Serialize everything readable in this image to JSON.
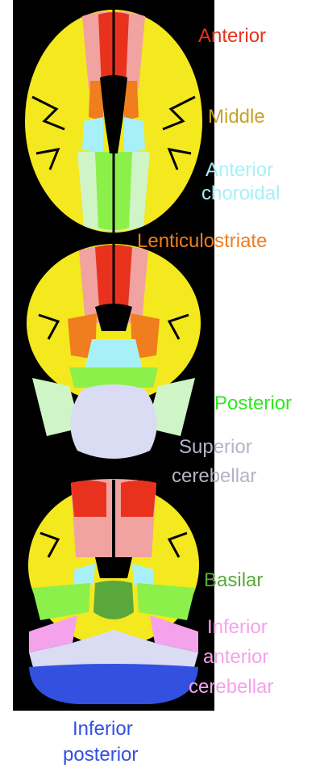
{
  "colors": {
    "background": "#000000",
    "anterior": "#e8321e",
    "anterior_light": "#f0a3a0",
    "middle": "#f4e81e",
    "middle_label": "#c9a227",
    "anterior_choroidal": "#a8f0f7",
    "lenticulostriate": "#f07d1e",
    "posterior": "#8cf04a",
    "posterior_light": "#cff5c6",
    "superior_cerebellar": "#d9dcf2",
    "superior_cerebellar_label": "#b4b4c8",
    "basilar": "#5aa83c",
    "inferior_anterior_cerebellar": "#f5a2ec",
    "inferior_posterior": "#3350e0"
  },
  "labels": {
    "anterior": "Anterior",
    "middle": "Middle",
    "anterior_choroidal_1": "Anterior",
    "anterior_choroidal_2": "choroidal",
    "lenticulostriate": "Lenticulostriate",
    "posterior": "Posterior",
    "superior_cerebellar_1": "Superior",
    "superior_cerebellar_2": "cerebellar",
    "basilar": "Basilar",
    "inferior_anterior_cerebellar_1": "Inferior",
    "inferior_anterior_cerebellar_2": "anterior",
    "inferior_anterior_cerebellar_3": "cerebellar",
    "inferior_posterior_1": "Inferior",
    "inferior_posterior_2": "posterior"
  }
}
